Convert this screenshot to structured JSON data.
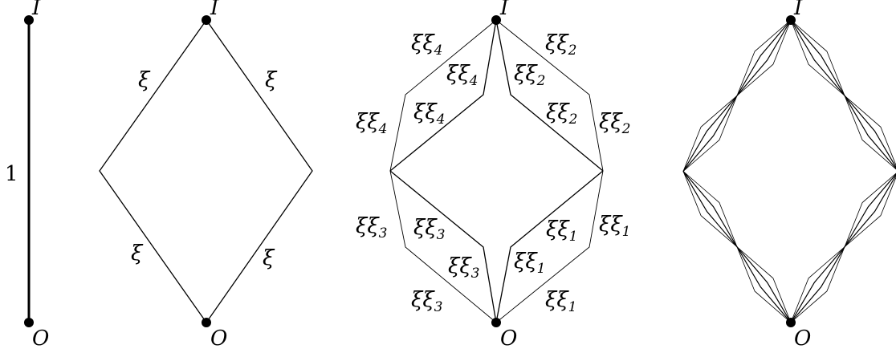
{
  "panel1": {
    "top_label": "I",
    "bottom_label": "O",
    "edge_label": "1"
  },
  "panel2": {
    "top_label": "I",
    "bottom_label": "O",
    "edge_labels": [
      "ξ",
      "ξ",
      "ξ",
      "ξ"
    ]
  },
  "panel3": {
    "top_label": "I",
    "bottom_label": "O",
    "edge_labels": [
      {
        "base": "ξξ",
        "sub": "4"
      },
      {
        "base": "ξξ",
        "sub": "4"
      },
      {
        "base": "ξξ",
        "sub": "4"
      },
      {
        "base": "ξξ",
        "sub": "4"
      },
      {
        "base": "ξξ",
        "sub": "2"
      },
      {
        "base": "ξξ",
        "sub": "2"
      },
      {
        "base": "ξξ",
        "sub": "2"
      },
      {
        "base": "ξξ",
        "sub": "2"
      },
      {
        "base": "ξξ",
        "sub": "3"
      },
      {
        "base": "ξξ",
        "sub": "3"
      },
      {
        "base": "ξξ",
        "sub": "3"
      },
      {
        "base": "ξξ",
        "sub": "3"
      },
      {
        "base": "ξξ",
        "sub": "1"
      },
      {
        "base": "ξξ",
        "sub": "1"
      },
      {
        "base": "ξξ",
        "sub": "1"
      },
      {
        "base": "ξξ",
        "sub": "1"
      }
    ]
  },
  "panel4": {
    "top_label": "I",
    "bottom_label": "O"
  }
}
